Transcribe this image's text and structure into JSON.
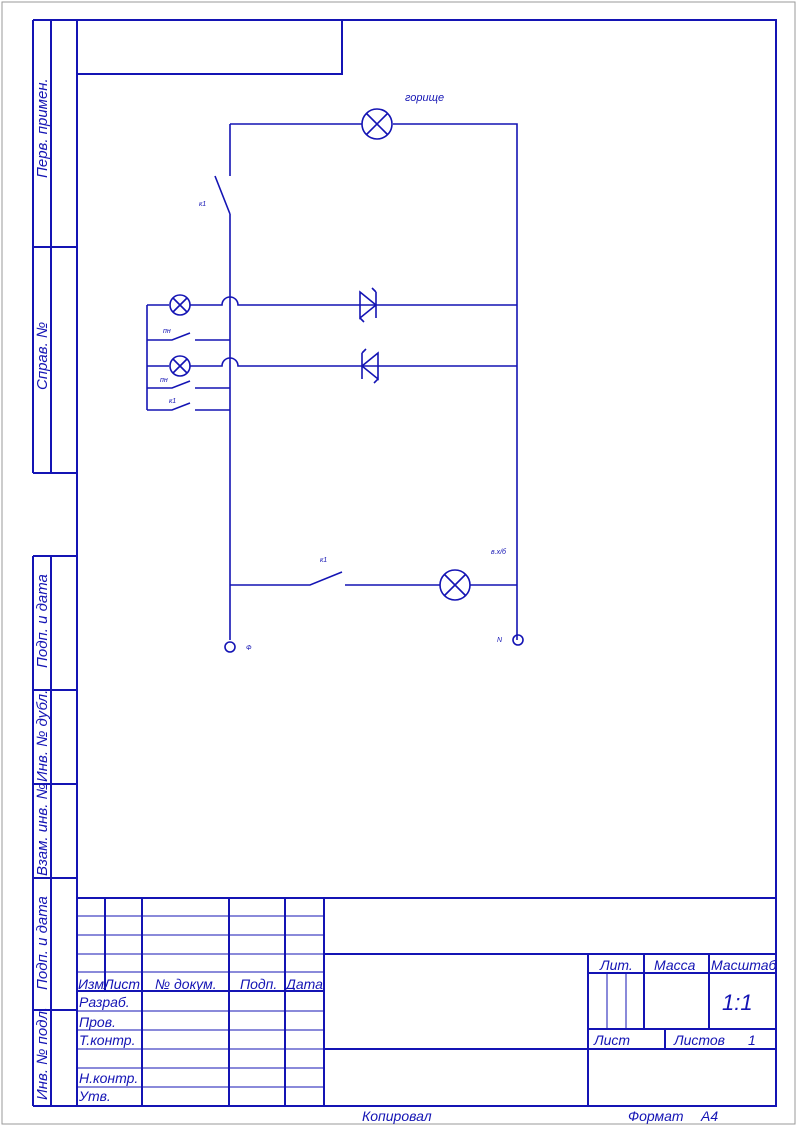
{
  "colors": {
    "line": "#1414b4",
    "background": "#ffffff"
  },
  "side_labels": {
    "perv_primen": "Перв. примен.",
    "sprav_no": "Справ. №",
    "podp_data_top": "Подп. и дата",
    "inv_dubl": "Инв. № дубл.",
    "vzam_inv": "Взам. инв. №",
    "podp_data_bottom": "Подп. и дата",
    "inv_podl": "Инв. № подл."
  },
  "schematic": {
    "lamp_top_label": "горище",
    "contact_k1_top": "к1",
    "contact_pn_1": "пн",
    "contact_pn_2": "пн",
    "contact_k1_hold": "к1",
    "contact_k1_bottom": "к1",
    "lamp_bottom_label": "в.х/б",
    "terminal_phase": "Ф",
    "terminal_neutral": "N"
  },
  "title_block": {
    "izm": "Изм",
    "list_col": "Лист",
    "no_dokum": "№ докум.",
    "podp": "Подп.",
    "data": "Дата",
    "razrab": "Разраб.",
    "prov": "Пров.",
    "t_kontr": "Т.контр.",
    "n_kontr": "Н.контр.",
    "utv": "Утв.",
    "lit": "Лит.",
    "massa": "Масса",
    "masshtab": "Масштаб",
    "scale_value": "1:1",
    "list_label": "Лист",
    "listov_label": "Листов",
    "listov_value": "1"
  },
  "footer": {
    "kopiroval": "Копировал",
    "format": "Формат",
    "format_value": "A4"
  }
}
